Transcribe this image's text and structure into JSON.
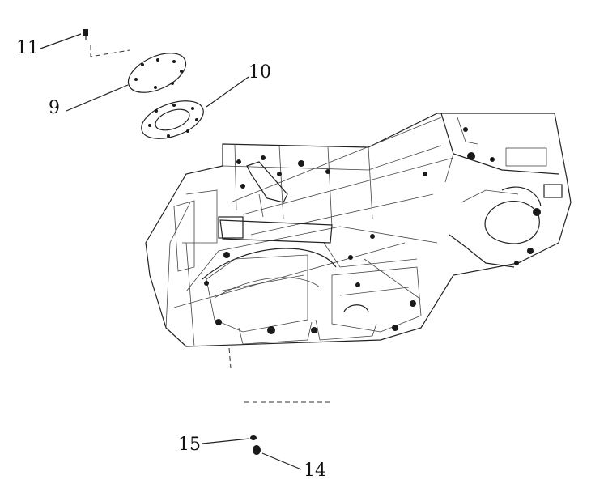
{
  "diagram": {
    "callouts": [
      {
        "id": "11",
        "label": "11"
      },
      {
        "id": "9",
        "label": "9"
      },
      {
        "id": "10",
        "label": "10"
      },
      {
        "id": "15",
        "label": "15"
      },
      {
        "id": "14",
        "label": "14"
      }
    ]
  }
}
